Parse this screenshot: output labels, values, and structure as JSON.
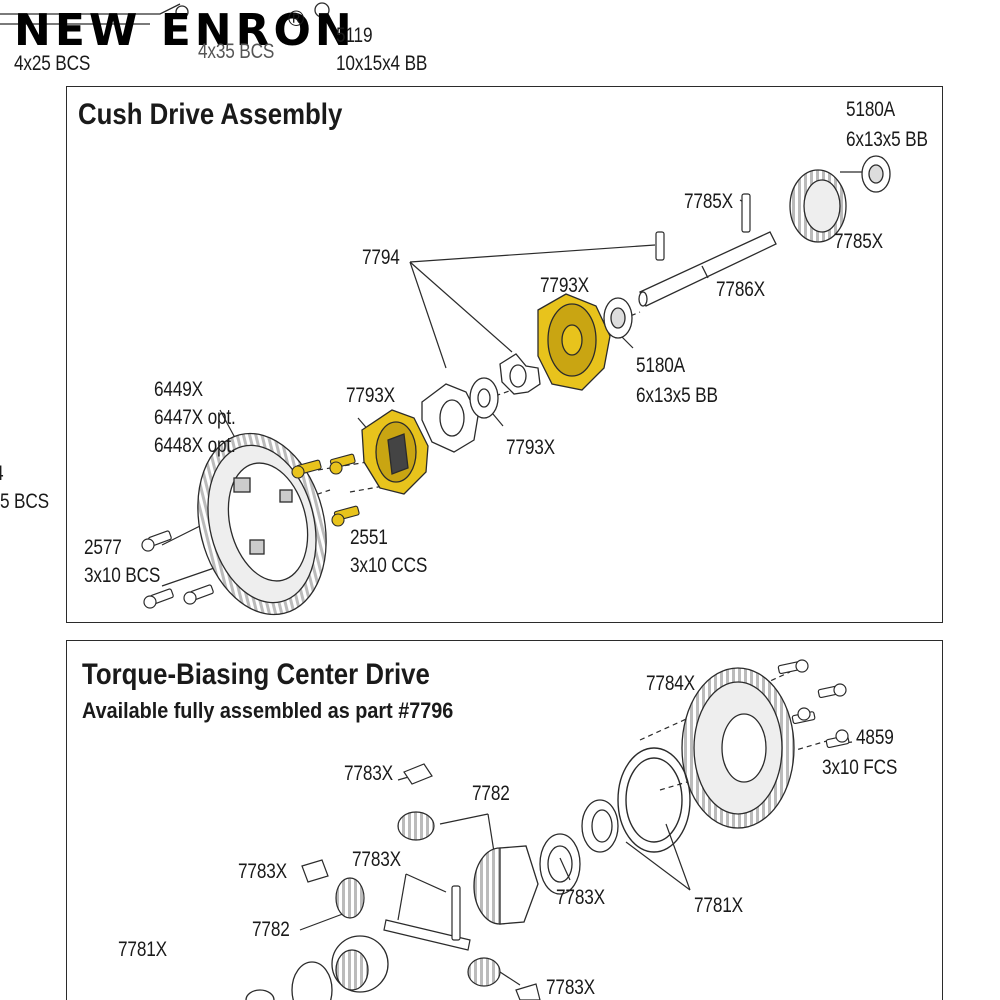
{
  "brand": {
    "logo_text": "NEW ENRON",
    "registered_mark": "®"
  },
  "colors": {
    "highlight": "#e8c31c",
    "line": "#2b2b2b",
    "background": "#ffffff"
  },
  "top_strip": {
    "left_label_a": "4x25 BCS",
    "left_label_b": "4x35 BCS",
    "part_5119": "5119",
    "part_5119_spec": "10x15x4 BB",
    "left_edge_part": "4",
    "left_edge_spec": "5 BCS"
  },
  "cush_drive": {
    "title": "Cush Drive Assembly",
    "labels": {
      "p5180a_top": "5180A",
      "p5180a_top_spec": "6x13x5 BB",
      "p7785x_pin": "7785X",
      "p7785x_gear": "7785X",
      "p7786x": "7786X",
      "p7794": "7794",
      "p7793x_upper": "7793X",
      "p5180a_mid": "5180A",
      "p5180a_mid_spec": "6x13x5 BB",
      "p7793x_washer": "7793X",
      "p7793x_lower": "7793X",
      "p6449x": "6449X",
      "p6447x": "6447X opt.",
      "p6448x": "6448X opt.",
      "p2551": "2551",
      "p2551_spec": "3x10 CCS",
      "p2577": "2577",
      "p2577_spec": "3x10 BCS"
    }
  },
  "center_drive": {
    "title": "Torque-Biasing Center Drive",
    "subtitle": "Available fully assembled as part #7796",
    "labels": {
      "p7784x": "7784X",
      "p4859": "4859",
      "p4859_spec": "3x10 FCS",
      "p7783x_a": "7783X",
      "p7782_a": "7782",
      "p7783x_b": "7783X",
      "p7783x_c": "7783X",
      "p7782_b": "7782",
      "p7783x_d": "7783X",
      "p7781x_a": "7781X",
      "p7781x_b": "7781X",
      "p7783x_e": "7783X"
    }
  }
}
